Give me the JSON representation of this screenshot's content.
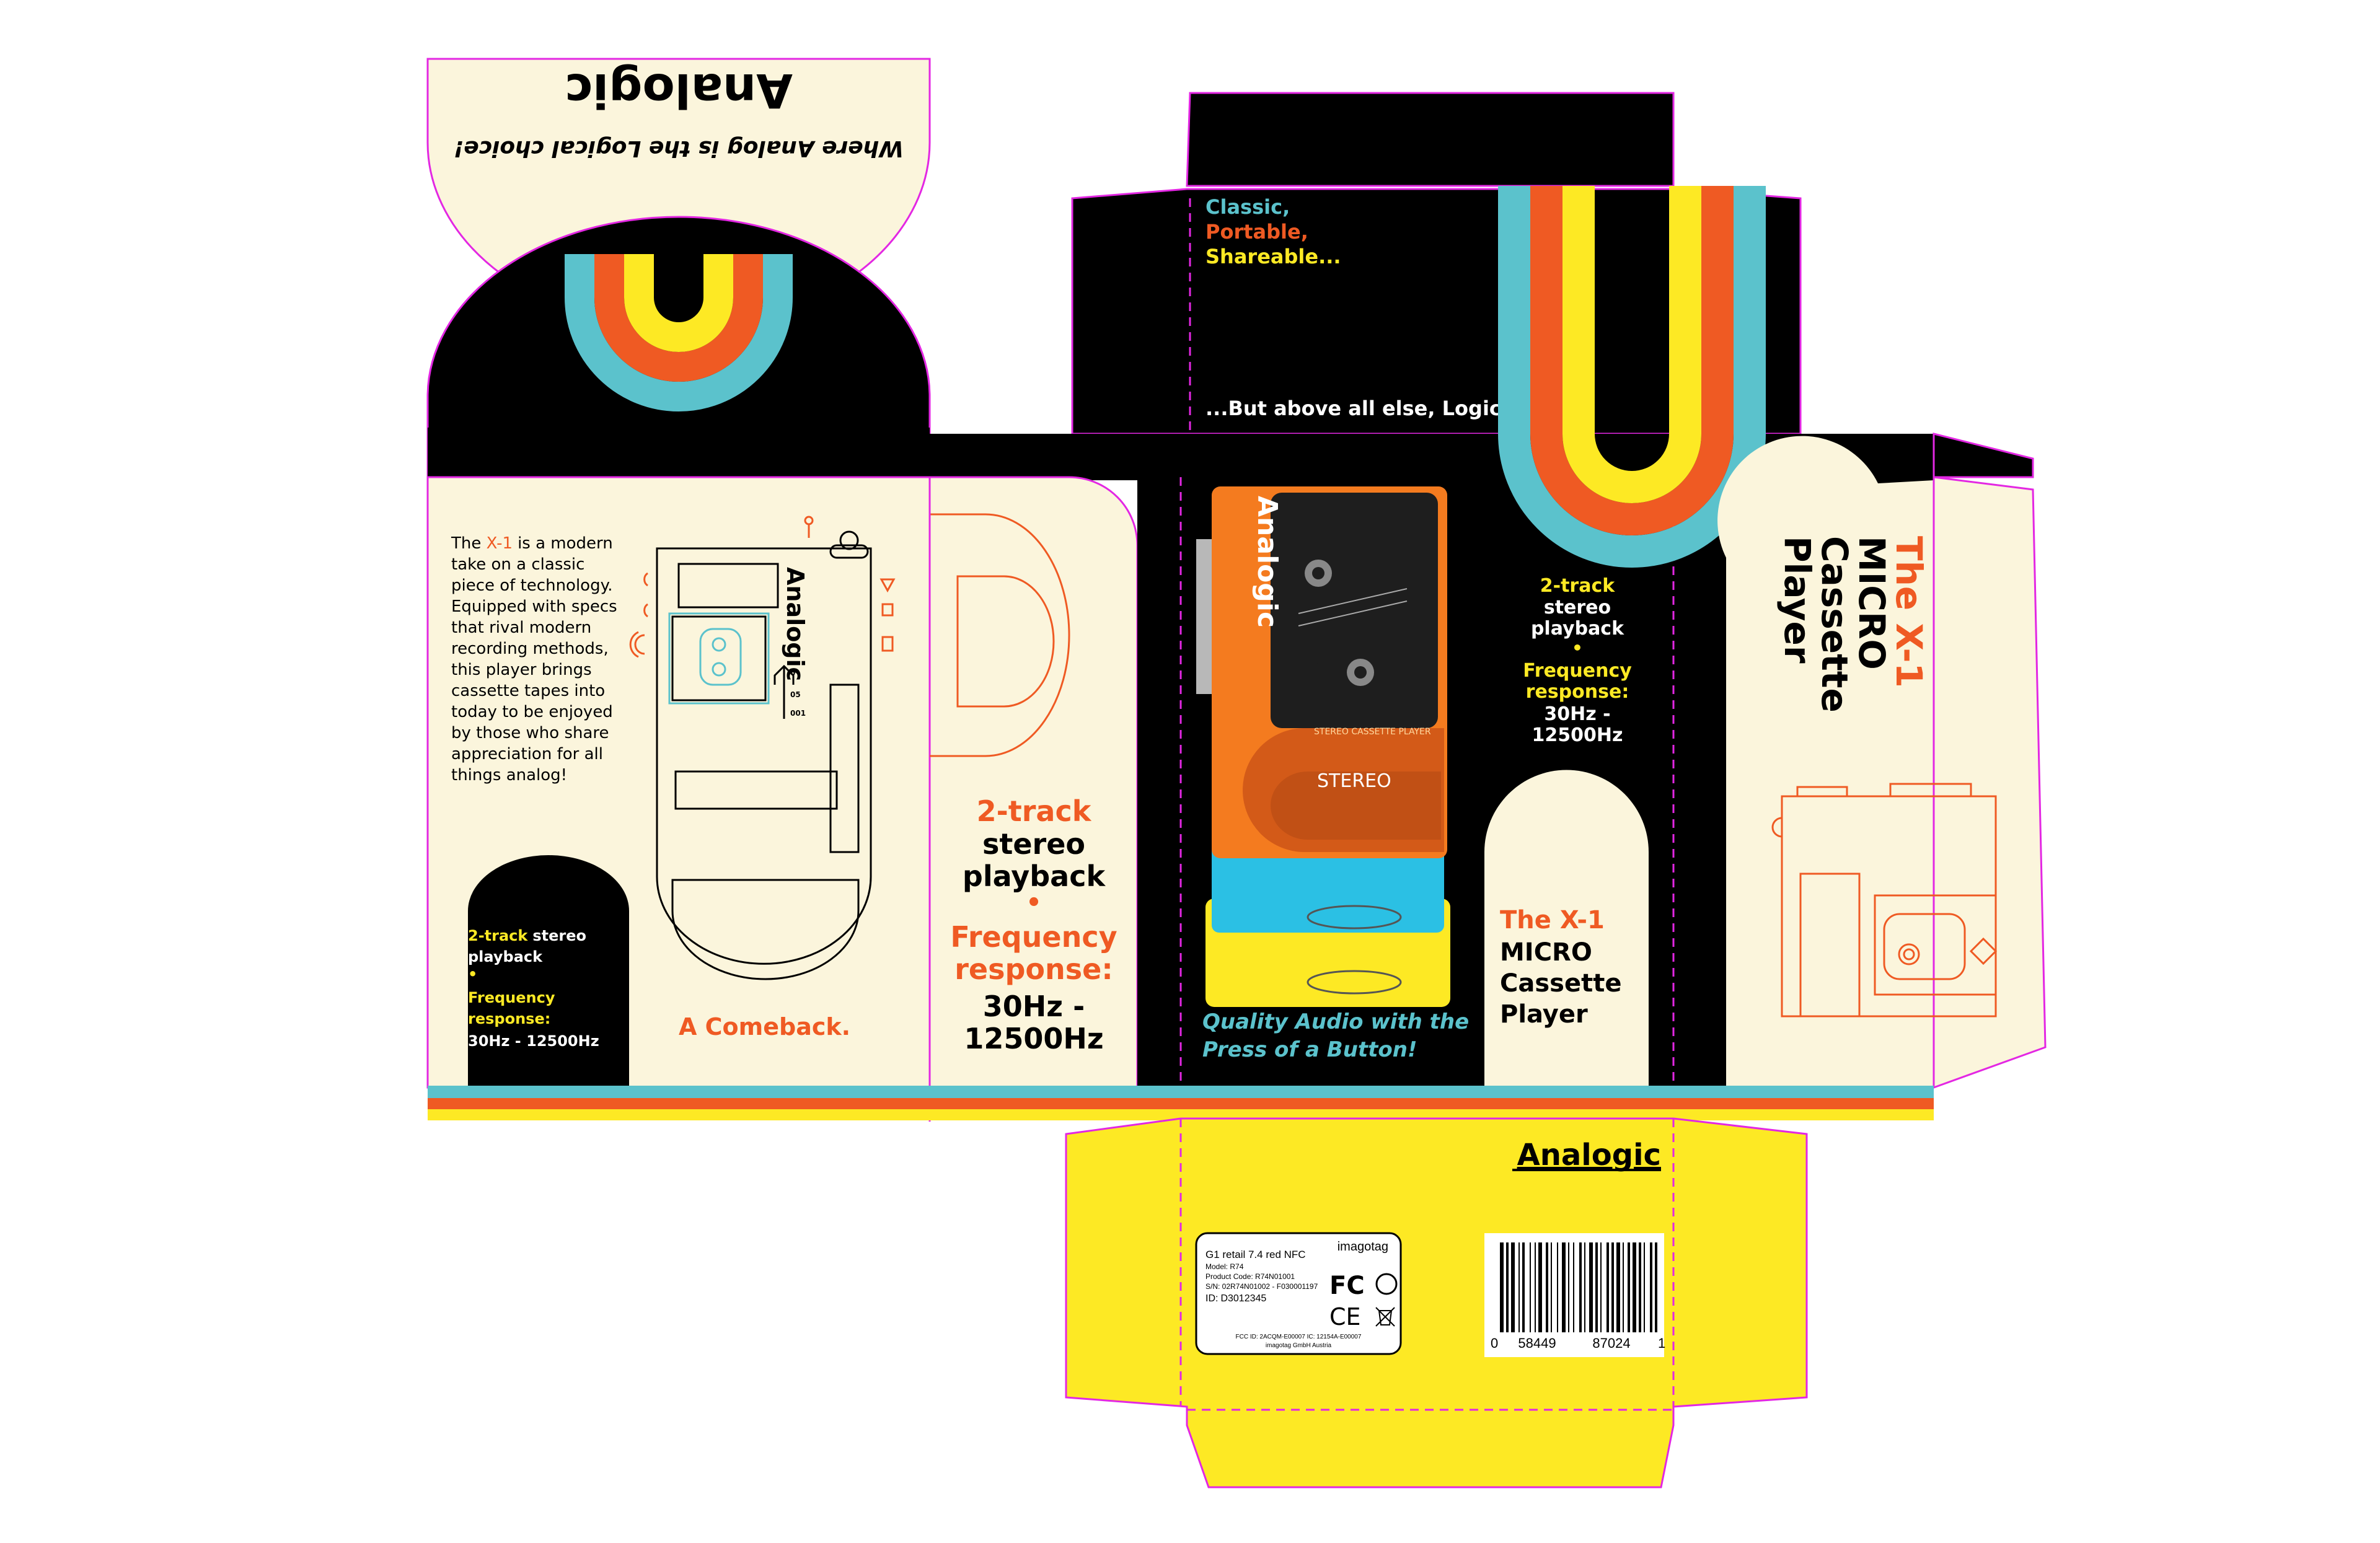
{
  "brand": {
    "name": "Analogic",
    "slogan": "Where Analog is the Logical choice!"
  },
  "colors": {
    "cream": "#fbf5dc",
    "black": "#000000",
    "orange": "#ef5a23",
    "yellow": "#fde924",
    "teal": "#5bc2cc",
    "dieline": "#e327e3"
  },
  "top_panel": {
    "line1": "Classic,",
    "line2": "Portable,",
    "line3": "Shareable...",
    "tagline": "...But above all else, Logical!"
  },
  "back_panel": {
    "intro_pre": "The ",
    "intro_model": "X-1",
    "intro_lines": [
      "is a modern",
      "take on a classic",
      "piece of technology.",
      "Equipped with specs",
      "that rival modern",
      "recording methods,",
      "this player brings",
      "cassette tapes into",
      "today to be enjoyed",
      "by those who share",
      "appreciation for all",
      "things analog!"
    ],
    "badge_track": "2-track",
    "badge_stereo": "stereo",
    "badge_playback": "playback",
    "badge_bullet": "•",
    "badge_freq_1": "Frequency",
    "badge_freq_2": "response:",
    "badge_range": "30Hz - 12500Hz",
    "comeback": "A Comeback.",
    "diagram_labels": [
      "0",
      "05",
      "001"
    ]
  },
  "side_panel": {
    "track": "2-track",
    "stereo": "stereo",
    "playback": "playback",
    "bullet": "•",
    "freq1": "Frequency",
    "freq2": "response:",
    "range1": "30Hz -",
    "range2": "12500Hz"
  },
  "front_panel": {
    "product_brand": "Analogic",
    "product_stereo": "STEREO",
    "product_small": "STEREO CASSETTE PLAYER",
    "quality_1": "Quality Audio with the",
    "quality_2": "Press of a Button!"
  },
  "front_side": {
    "track": "2-track",
    "stereo": "stereo",
    "playback": "playback",
    "bullet": "•",
    "freq1": "Frequency",
    "freq2": "response:",
    "range1": "30Hz -",
    "range2": "12500Hz",
    "model_prefix": "The ",
    "model": "X-1",
    "micro": "MICRO",
    "cassette": "Cassette",
    "player": "Player"
  },
  "right_panel": {
    "model_prefix": "The ",
    "model": "X-1",
    "micro": "MICRO",
    "cassette": "Cassette",
    "player": "Player"
  },
  "bottom_panel": {
    "brand": "Analogic",
    "label": {
      "line1": "G1 retail  7.4 red NFC",
      "maker": "imagotag",
      "model": "Model: R74",
      "product_code": "Product Code: R74N01001",
      "sn": "S/N: 02R74N01002 - F030001197",
      "id_prefix": "ID:",
      "id": "D3012345",
      "fcc_mark": "FC",
      "ce_mark": "CE",
      "fcc_id": "FCC ID: 2ACQM-E00007   IC: 12154A-E00007",
      "company": "imagotag GmbH Austria"
    },
    "barcode": {
      "first": "0",
      "group1": "58449",
      "group2": "87024",
      "last": "1"
    }
  }
}
